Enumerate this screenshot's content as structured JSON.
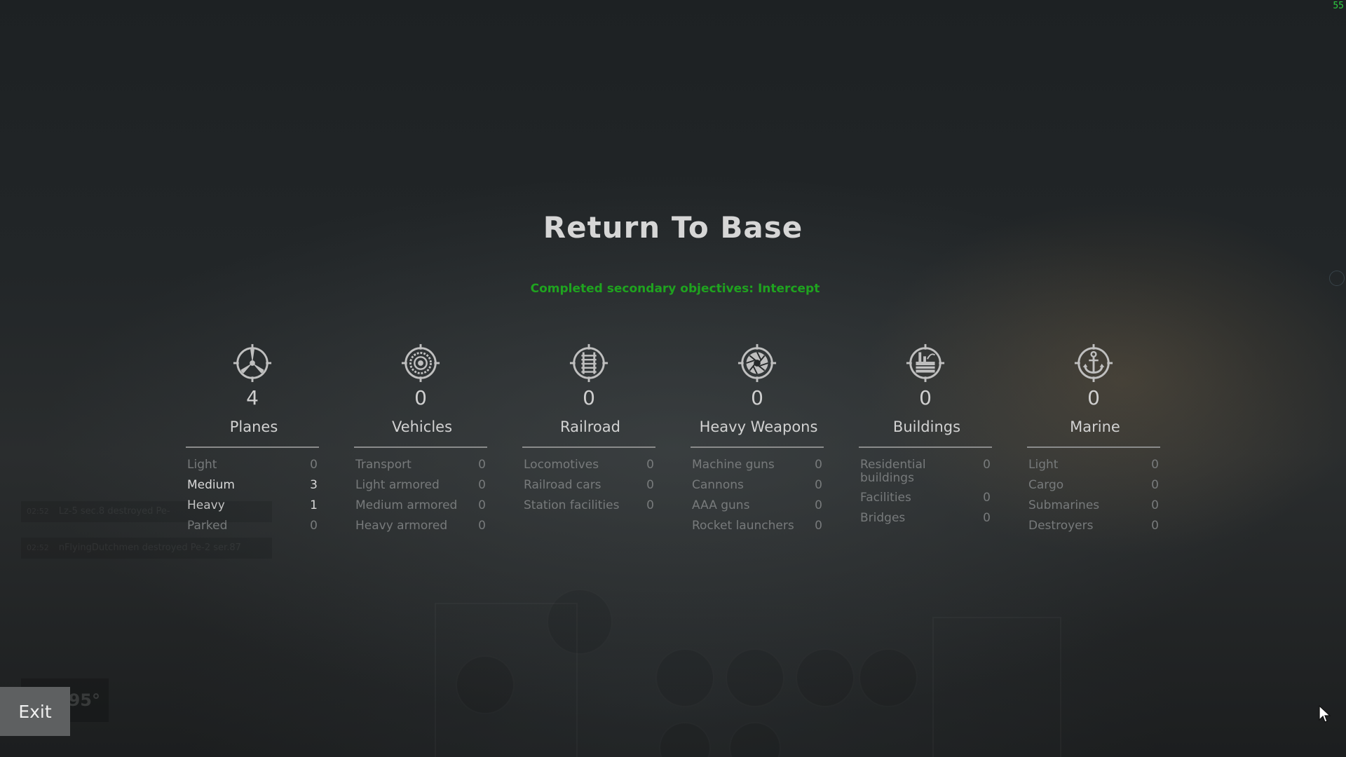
{
  "status": {
    "fps": "55"
  },
  "header": {
    "title": "Return To Base",
    "subtitle": "Completed secondary objectives: Intercept"
  },
  "categories": [
    {
      "icon": "propeller-icon",
      "count": "4",
      "name": "Planes",
      "rows": [
        {
          "label": "Light",
          "value": "0",
          "active": false
        },
        {
          "label": "Medium",
          "value": "3",
          "active": true
        },
        {
          "label": "Heavy",
          "value": "1",
          "active": true
        },
        {
          "label": "Parked",
          "value": "0",
          "active": false
        }
      ]
    },
    {
      "icon": "wheel-icon",
      "count": "0",
      "name": "Vehicles",
      "rows": [
        {
          "label": "Transport",
          "value": "0",
          "active": false
        },
        {
          "label": "Light armored",
          "value": "0",
          "active": false
        },
        {
          "label": "Medium armored",
          "value": "0",
          "active": false
        },
        {
          "label": "Heavy armored",
          "value": "0",
          "active": false
        }
      ]
    },
    {
      "icon": "railroad-icon",
      "count": "0",
      "name": "Railroad",
      "rows": [
        {
          "label": "Locomotives",
          "value": "0",
          "active": false
        },
        {
          "label": "Railroad cars",
          "value": "0",
          "active": false
        },
        {
          "label": "Station facilities",
          "value": "0",
          "active": false
        }
      ]
    },
    {
      "icon": "aperture-icon",
      "count": "0",
      "name": "Heavy Weapons",
      "rows": [
        {
          "label": "Machine guns",
          "value": "0",
          "active": false
        },
        {
          "label": "Cannons",
          "value": "0",
          "active": false
        },
        {
          "label": "AAA guns",
          "value": "0",
          "active": false
        },
        {
          "label": "Rocket launchers",
          "value": "0",
          "active": false
        }
      ]
    },
    {
      "icon": "factory-icon",
      "count": "0",
      "name": "Buildings",
      "rows": [
        {
          "label": "Residential buildings",
          "value": "0",
          "active": false
        },
        {
          "label": "Facilities",
          "value": "0",
          "active": false
        },
        {
          "label": "Bridges",
          "value": "0",
          "active": false
        }
      ]
    },
    {
      "icon": "anchor-icon",
      "count": "0",
      "name": "Marine",
      "rows": [
        {
          "label": "Light",
          "value": "0",
          "active": false
        },
        {
          "label": "Cargo",
          "value": "0",
          "active": false
        },
        {
          "label": "Submarines",
          "value": "0",
          "active": false
        },
        {
          "label": "Destroyers",
          "value": "0",
          "active": false
        }
      ]
    }
  ],
  "killfeed": [
    {
      "time": "02:52",
      "text": "Lz-5 sec.8 destroyed Pe-"
    },
    {
      "time": "02:52",
      "text": "nFlyingDutchmen destroyed Pe-2 ser.87"
    }
  ],
  "heading": {
    "value": "95°"
  },
  "actions": {
    "exit_label": "Exit"
  }
}
